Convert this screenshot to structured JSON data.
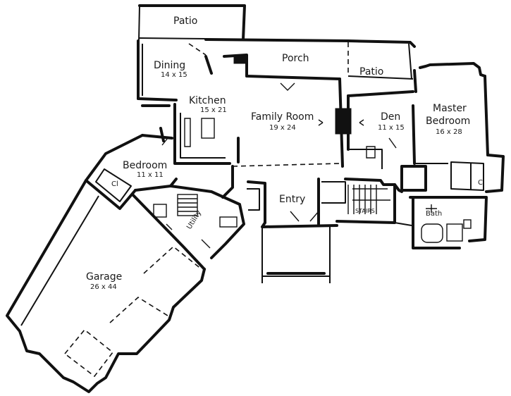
{
  "rooms": {
    "patio_top": {
      "name": "Patio"
    },
    "dining": {
      "name": "Dining",
      "size": "14 x 15"
    },
    "porch": {
      "name": "Porch"
    },
    "patio_right": {
      "name": "Patio"
    },
    "kitchen": {
      "name": "Kitchen",
      "size": "15 x 21"
    },
    "family_room": {
      "name": "Family Room",
      "size": "19 x 24"
    },
    "den": {
      "name": "Den",
      "size": "11 x 15"
    },
    "master_bedroom": {
      "name": "Master",
      "name2": "Bedroom",
      "size": "16 x 28"
    },
    "bedroom": {
      "name": "Bedroom",
      "size": "11 x 11"
    },
    "closet_left": {
      "name": "Cl"
    },
    "closet_right": {
      "name": "Cl"
    },
    "entry": {
      "name": "Entry"
    },
    "utility": {
      "name": "Utility"
    },
    "stairs": {
      "name": "STAIRS"
    },
    "bath": {
      "name": "Bath"
    },
    "garage": {
      "name": "Garage",
      "size": "26 x 44"
    }
  },
  "colors": {
    "ink": "#111111",
    "paper": "#ffffff"
  }
}
